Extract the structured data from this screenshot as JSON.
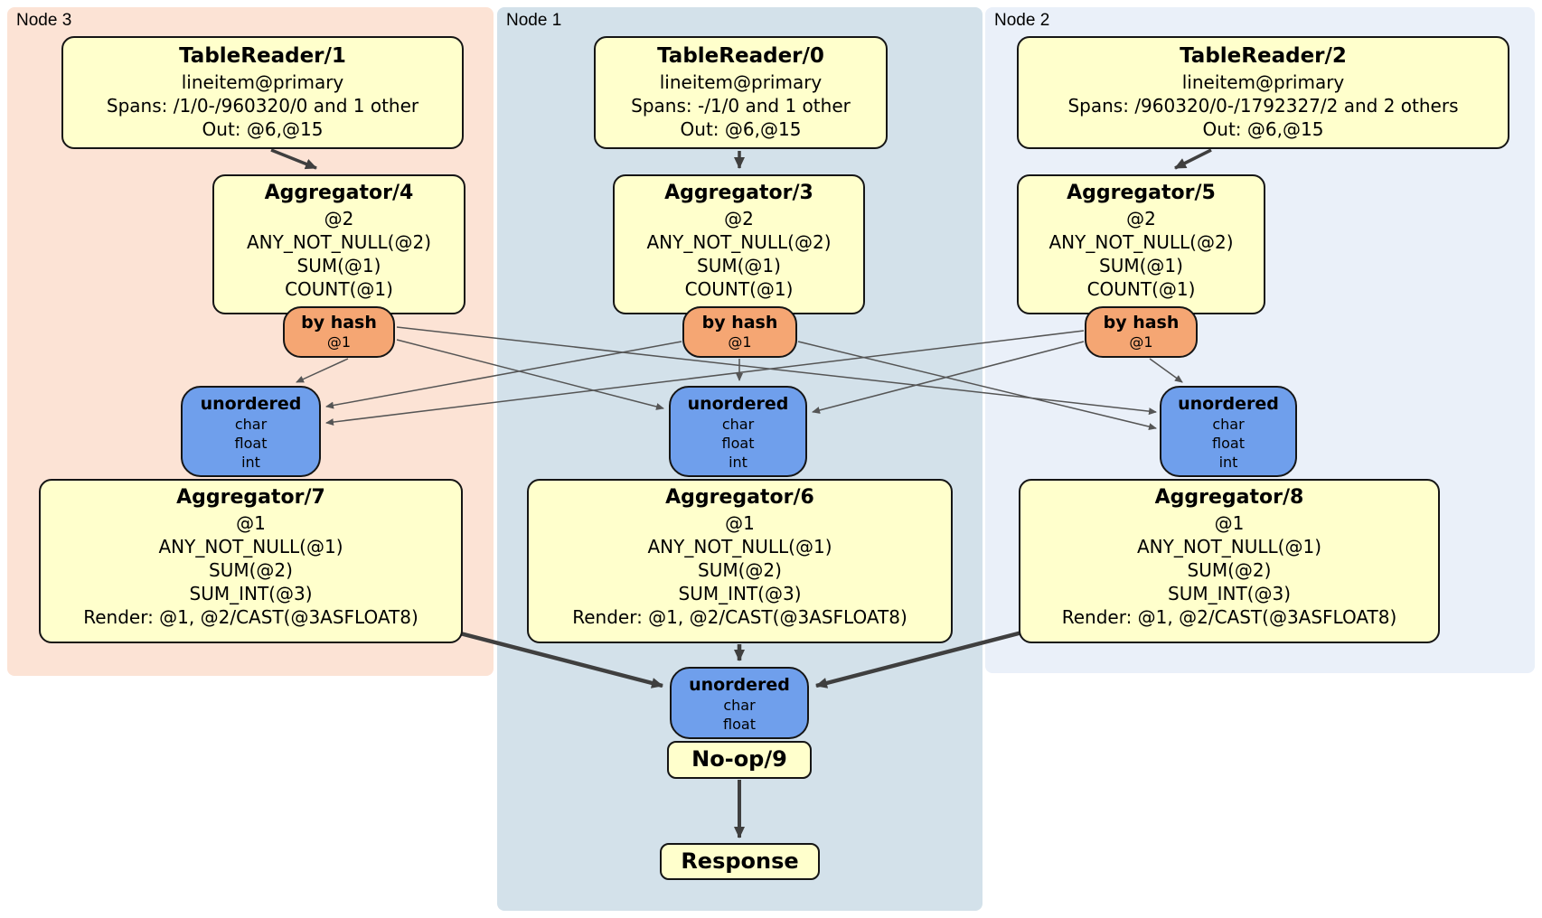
{
  "colors": {
    "node3_bg": "#fce3d5",
    "node1_bg": "#d3e1ea",
    "node2_bg": "#eaf0f9",
    "box_yellow": "#ffffcc",
    "router_orange": "#f5a673",
    "sync_blue": "#6f9fec",
    "edge_thick": "#3f3f3f",
    "edge_thin": "#555555"
  },
  "node3": {
    "label": "Node 3",
    "table_reader": {
      "title": "TableReader/1",
      "line1": "lineitem@primary",
      "line2": "Spans: /1/0-/960320/0 and 1 other",
      "line3": "Out: @6,@15"
    },
    "aggregator_top": {
      "title": "Aggregator/4",
      "lines": [
        "@2",
        "ANY_NOT_NULL(@2)",
        "SUM(@1)",
        "COUNT(@1)"
      ]
    },
    "router": {
      "title": "by hash",
      "detail": "@1"
    },
    "sync": {
      "title": "unordered",
      "types": [
        "char",
        "float",
        "int"
      ]
    },
    "aggregator_bottom": {
      "title": "Aggregator/7",
      "lines": [
        "@1",
        "ANY_NOT_NULL(@1)",
        "SUM(@2)",
        "SUM_INT(@3)",
        "Render: @1, @2/CAST(@3ASFLOAT8)"
      ]
    }
  },
  "node1": {
    "label": "Node 1",
    "table_reader": {
      "title": "TableReader/0",
      "line1": "lineitem@primary",
      "line2": "Spans: -/1/0 and 1 other",
      "line3": "Out: @6,@15"
    },
    "aggregator_top": {
      "title": "Aggregator/3",
      "lines": [
        "@2",
        "ANY_NOT_NULL(@2)",
        "SUM(@1)",
        "COUNT(@1)"
      ]
    },
    "router": {
      "title": "by hash",
      "detail": "@1"
    },
    "sync": {
      "title": "unordered",
      "types": [
        "char",
        "float",
        "int"
      ]
    },
    "aggregator_bottom": {
      "title": "Aggregator/6",
      "lines": [
        "@1",
        "ANY_NOT_NULL(@1)",
        "SUM(@2)",
        "SUM_INT(@3)",
        "Render: @1, @2/CAST(@3ASFLOAT8)"
      ]
    },
    "final_sync": {
      "title": "unordered",
      "types": [
        "char",
        "float"
      ]
    },
    "noop": {
      "title": "No-op/9"
    },
    "response": {
      "title": "Response"
    }
  },
  "node2": {
    "label": "Node 2",
    "table_reader": {
      "title": "TableReader/2",
      "line1": "lineitem@primary",
      "line2": "Spans: /960320/0-/1792327/2 and 2 others",
      "line3": "Out: @6,@15"
    },
    "aggregator_top": {
      "title": "Aggregator/5",
      "lines": [
        "@2",
        "ANY_NOT_NULL(@2)",
        "SUM(@1)",
        "COUNT(@1)"
      ]
    },
    "router": {
      "title": "by hash",
      "detail": "@1"
    },
    "sync": {
      "title": "unordered",
      "types": [
        "char",
        "float",
        "int"
      ]
    },
    "aggregator_bottom": {
      "title": "Aggregator/8",
      "lines": [
        "@1",
        "ANY_NOT_NULL(@1)",
        "SUM(@2)",
        "SUM_INT(@3)",
        "Render: @1, @2/CAST(@3ASFLOAT8)"
      ]
    }
  }
}
